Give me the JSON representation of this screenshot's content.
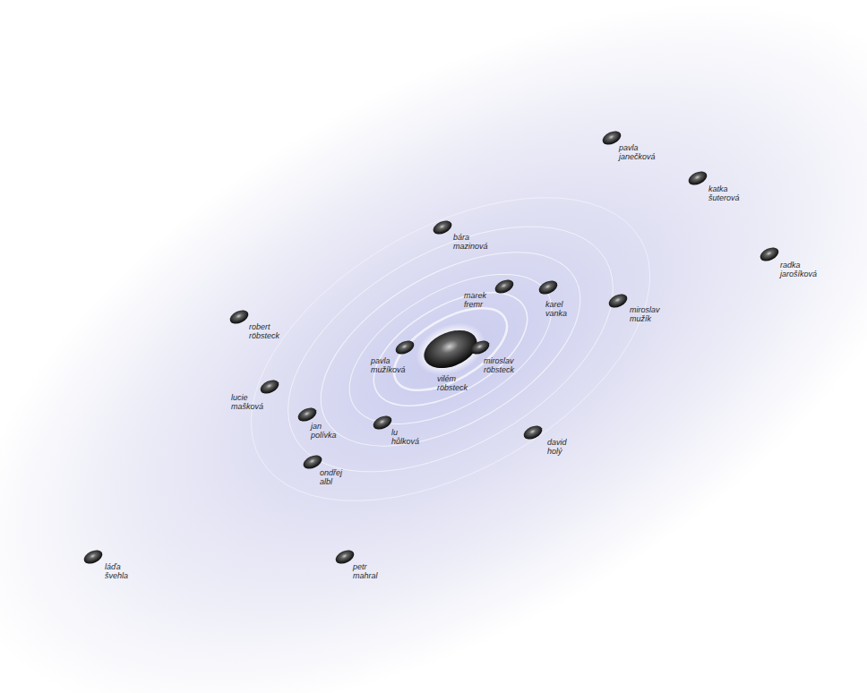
{
  "diagram": {
    "nodes": [
      {
        "text": [
          "pavla janečková"
        ]
      },
      {
        "text": [
          "katka šuterová"
        ]
      },
      {
        "text": [
          "bára mazinová"
        ]
      },
      {
        "text": [
          "radka jarošíková"
        ]
      },
      {
        "text": [
          "marek fremr"
        ]
      },
      {
        "text": [
          "karel vanka"
        ]
      },
      {
        "text": [
          "miroslav mužík"
        ]
      },
      {
        "text": [
          "robert röbsteck"
        ]
      },
      {
        "text": [
          "pavla mužíková"
        ]
      },
      {
        "text": [
          "vilém röbsteck"
        ]
      },
      {
        "text": [
          "miroslav röbsteck"
        ]
      },
      {
        "text": [
          "lucie mašková"
        ]
      },
      {
        "text": [
          "jan polívka"
        ]
      },
      {
        "text": [
          "lu hůlková"
        ]
      },
      {
        "text": [
          "david holý"
        ]
      },
      {
        "text": [
          "ondřej albl"
        ]
      },
      {
        "text": [
          "láďa švehla"
        ]
      },
      {
        "text": [
          "petr mahral"
        ]
      }
    ]
  }
}
